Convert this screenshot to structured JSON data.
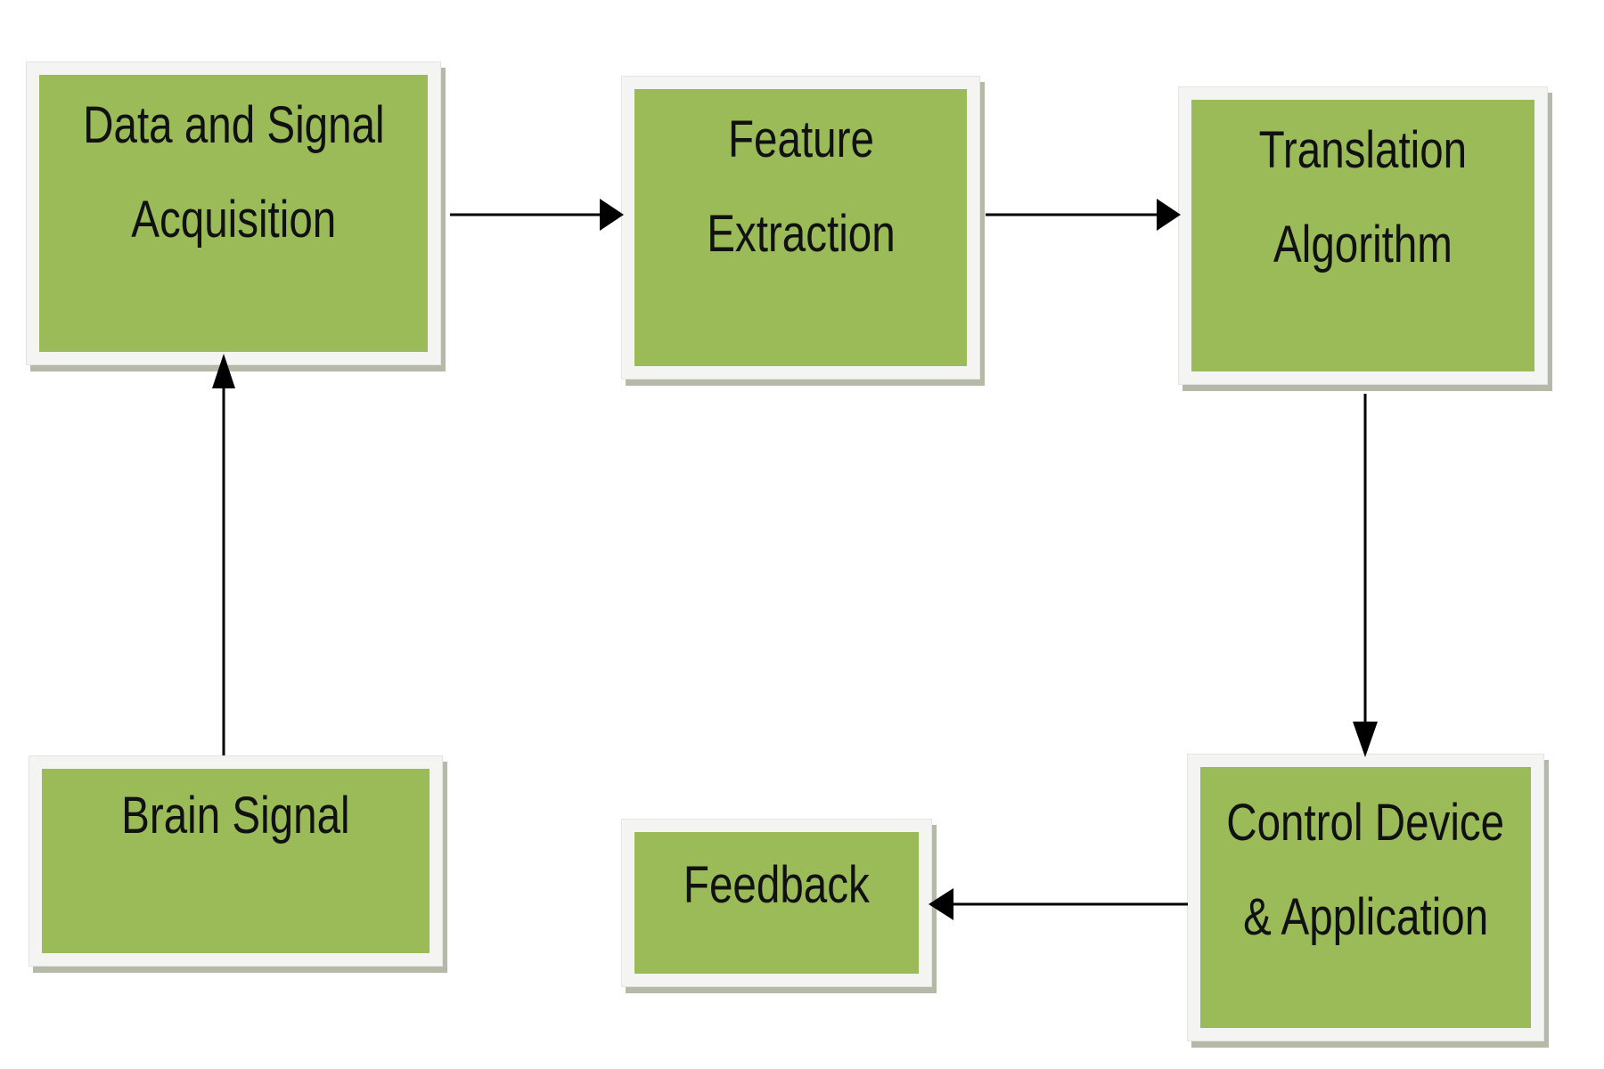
{
  "diagram": {
    "nodes": {
      "acquisition": {
        "line1": "Data and Signal",
        "line2": "Acquisition"
      },
      "feature": {
        "line1": "Feature",
        "line2": "Extraction"
      },
      "translation": {
        "line1": "Translation",
        "line2": "Algorithm"
      },
      "brain": {
        "line1": "Brain Signal"
      },
      "feedback": {
        "line1": "Feedback"
      },
      "control": {
        "line1": "Control Device",
        "line2": "& Application"
      }
    },
    "edges": [
      {
        "from": "brain",
        "to": "acquisition"
      },
      {
        "from": "acquisition",
        "to": "feature"
      },
      {
        "from": "feature",
        "to": "translation"
      },
      {
        "from": "translation",
        "to": "control"
      },
      {
        "from": "control",
        "to": "feedback"
      }
    ],
    "colors": {
      "box_fill": "#9bbb59",
      "box_frame": "#f4f5f3",
      "box_shadow": "#b4b9a8",
      "text": "#111111",
      "arrow": "#000000"
    }
  }
}
